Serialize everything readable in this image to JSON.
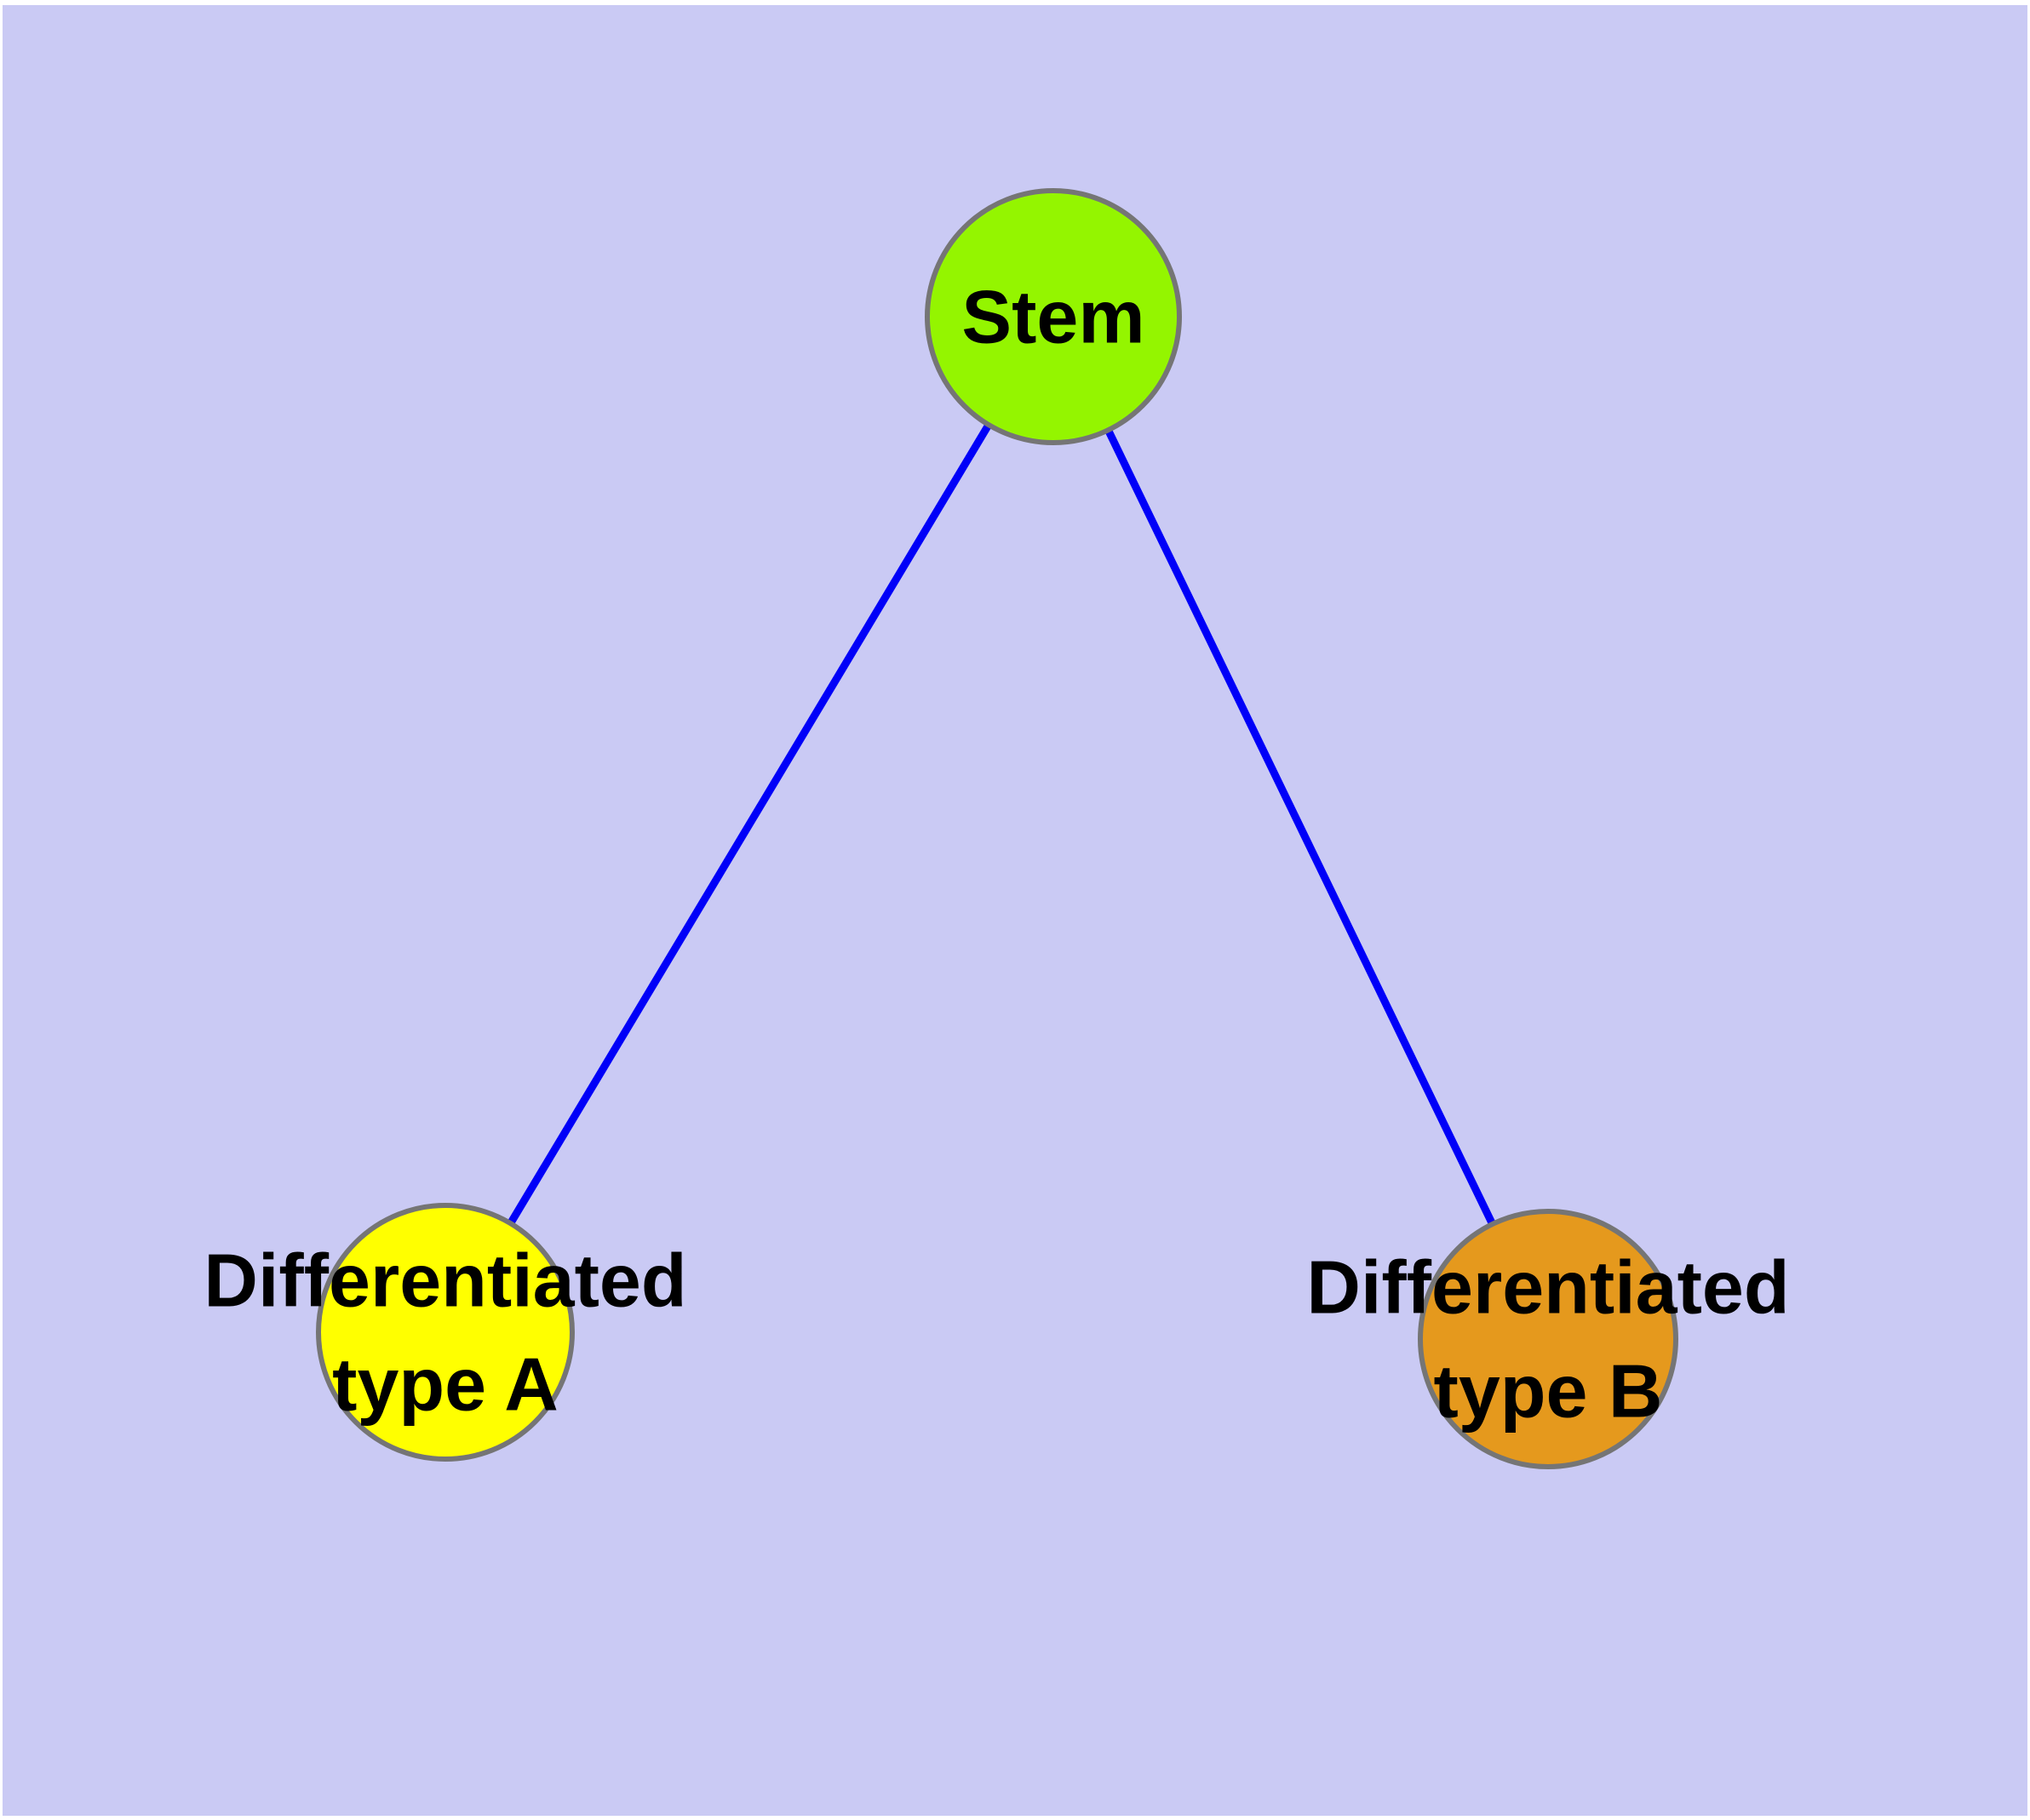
{
  "diagram": {
    "background_color": "#cacaf4",
    "page_margin_color": "#ffffff",
    "edge_color": "#0000f8",
    "node_border_color": "#757575",
    "label_color": "#000000",
    "nodes": [
      {
        "id": "stem",
        "label": "Stem",
        "label_line1": "Stem",
        "label_line2": "",
        "fill_color": "#94f500"
      },
      {
        "id": "differentiated-type-a",
        "label": "Differentiated type A",
        "label_line1": "Differentiated",
        "label_line2": "type A",
        "fill_color": "#ffff00"
      },
      {
        "id": "differentiated-type-b",
        "label": "Differentiated type B",
        "label_line1": "Differentiated",
        "label_line2": "type B",
        "fill_color": "#e5991d"
      }
    ],
    "edges": [
      {
        "from": "Stem",
        "to": "Differentiated type A"
      },
      {
        "from": "Stem",
        "to": "Differentiated type B"
      }
    ]
  }
}
